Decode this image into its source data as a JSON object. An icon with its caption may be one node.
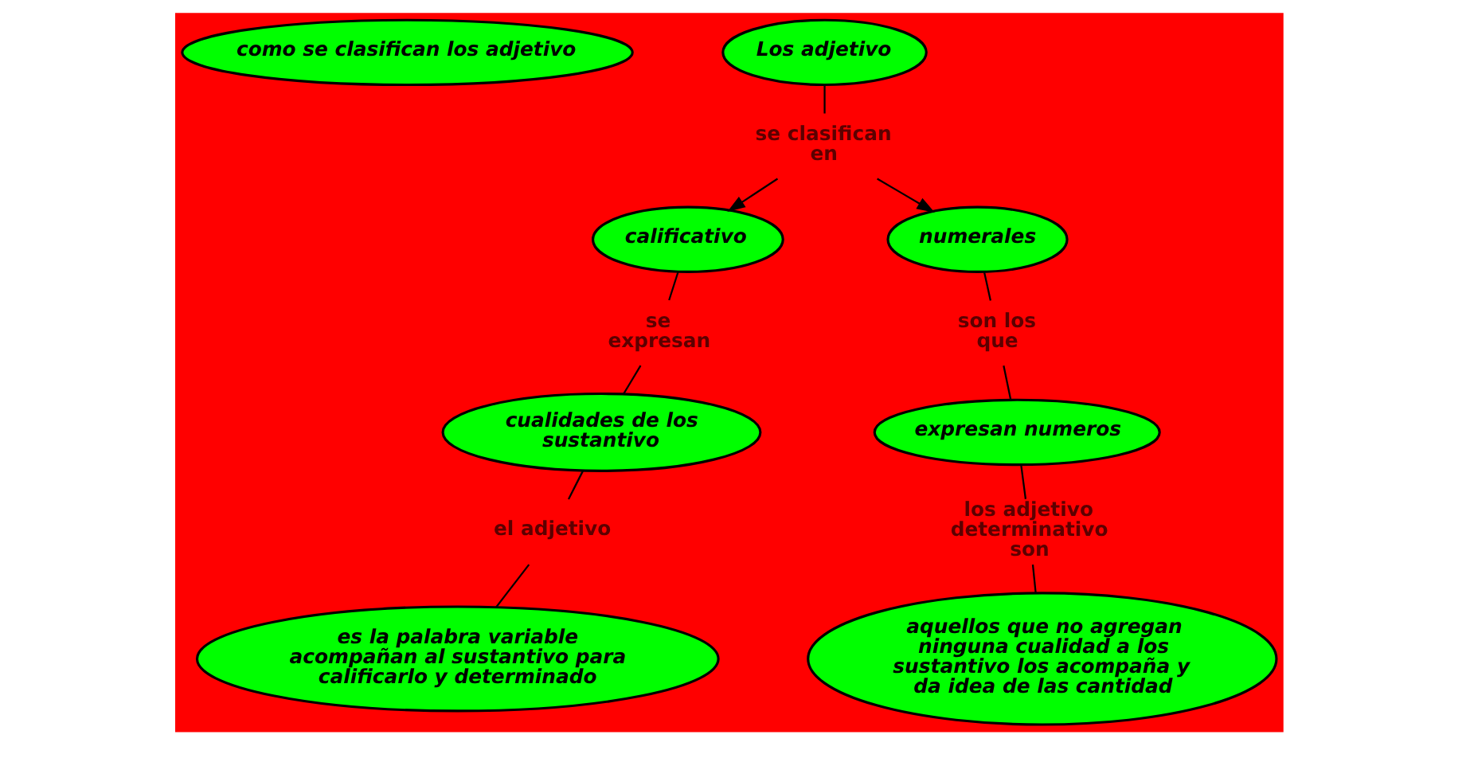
{
  "diagram": {
    "nodes": [
      {
        "text": [
          "como se clasifican los adjetivo"
        ]
      },
      {
        "text": [
          "Los adjetivo"
        ]
      },
      {
        "text": [
          "se clasifican en"
        ]
      },
      {
        "text": [
          "calificativo"
        ]
      },
      {
        "text": [
          "numerales"
        ]
      },
      {
        "text": [
          "se expresan"
        ]
      },
      {
        "text": [
          "cualidades de los sustantivo"
        ]
      },
      {
        "text": [
          "el adjetivo"
        ]
      },
      {
        "text": [
          "es la palabra variable acompañan al sustantivo para calificarlo y determinado"
        ]
      },
      {
        "text": [
          "son los que"
        ]
      },
      {
        "text": [
          "expresan numeros"
        ]
      },
      {
        "text": [
          "los adjetivo determinativo son"
        ]
      },
      {
        "text": [
          "aquellos que no agregan ninguna cualidad a los sustantivo los acompaña y da idea de las cantidad"
        ]
      }
    ],
    "edges": [
      {
        "from": 1,
        "to": 2,
        "arrow": "none"
      },
      {
        "from": 2,
        "to": 3,
        "arrow": "to"
      },
      {
        "from": 2,
        "to": 4,
        "arrow": "to"
      },
      {
        "from": 3,
        "to": 5,
        "arrow": "none"
      },
      {
        "from": 5,
        "to": 6,
        "arrow": "none"
      },
      {
        "from": 6,
        "to": 7,
        "arrow": "none"
      },
      {
        "from": 7,
        "to": 8,
        "arrow": "none"
      },
      {
        "from": 4,
        "to": 9,
        "arrow": "none"
      },
      {
        "from": 9,
        "to": 10,
        "arrow": "none"
      },
      {
        "from": 10,
        "to": 11,
        "arrow": "none"
      },
      {
        "from": 11,
        "to": 12,
        "arrow": "none"
      }
    ]
  }
}
